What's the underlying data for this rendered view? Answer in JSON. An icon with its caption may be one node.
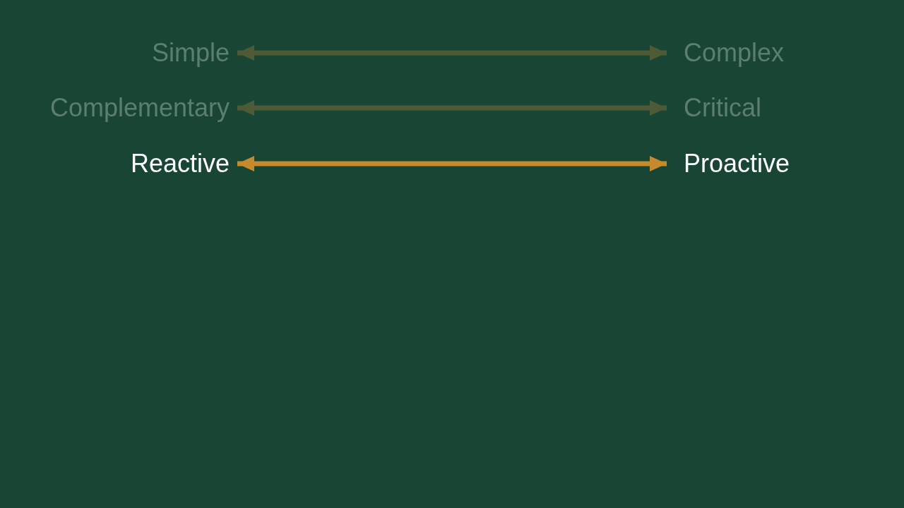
{
  "diagram": {
    "nodes": [
      {
        "text": [
          "Simple"
        ]
      },
      {
        "text": [
          "Complex"
        ]
      },
      {
        "text": [
          "Complementary"
        ]
      },
      {
        "text": [
          "Critical"
        ]
      },
      {
        "text": [
          "Reactive"
        ]
      },
      {
        "text": [
          "Proactive"
        ]
      }
    ],
    "edges": [
      {
        "from": 0,
        "to": 1,
        "arrow": "both"
      },
      {
        "from": 2,
        "to": 3,
        "arrow": "both"
      },
      {
        "from": 4,
        "to": 5,
        "arrow": "both",
        "color": "#c48a2c"
      }
    ]
  }
}
